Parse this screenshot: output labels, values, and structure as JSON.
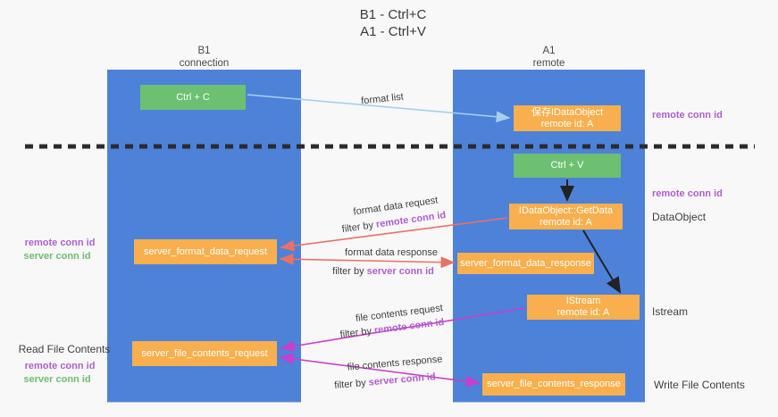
{
  "title": {
    "line1": "B1 - Ctrl+C",
    "line2": "A1 - Ctrl+V"
  },
  "columns": {
    "left": {
      "name": "B1",
      "role": "connection"
    },
    "right": {
      "name": "A1",
      "role": "remote"
    }
  },
  "nodes": {
    "ctrl_c": "Ctrl + C",
    "ctrl_v": "Ctrl + V",
    "save_idataobject": {
      "line1": "保存IDataObject",
      "line2": "remote id: A"
    },
    "getdata": {
      "line1": "IDataObject::GetData",
      "line2": "remote id: A"
    },
    "istream": {
      "line1": "IStream",
      "line2": "remote id: A"
    },
    "server_format_data_request": "server_format_data_request",
    "server_format_data_response": "server_format_data_response",
    "server_file_contents_request": "server_file_contents_request",
    "server_file_contents_response": "server_file_contents_response"
  },
  "arrow_labels": {
    "format_list": "format list",
    "format_data_request": "format data request",
    "format_data_response": "format data response",
    "file_contents_request": "file contents request",
    "file_contents_response": "file contents response",
    "filter_by": "filter by",
    "remote_conn_id": "remote conn id",
    "server_conn_id": "server conn id"
  },
  "side_labels": {
    "remote_conn_id_top": "remote conn id",
    "remote_conn_id_mid": "remote conn id",
    "dataobject": "DataObject",
    "istream": "Istream",
    "read_file_contents": "Read File Contents",
    "write_file_contents": "Write File Contents",
    "left_remote_conn_id_1": "remote conn id",
    "left_server_conn_id_1": "server conn id",
    "left_remote_conn_id_2": "remote conn id",
    "left_server_conn_id_2": "server conn id"
  },
  "colors": {
    "column_blue": "#4d82d8",
    "node_orange": "#f9af4d",
    "key_green": "#6dc072",
    "arrow_light_blue": "#a5cfed",
    "arrow_red": "#ec7063",
    "arrow_magenta": "#c93ecb",
    "arrow_black": "#222222",
    "text_purple": "#b05fd0",
    "text_green": "#6dbf71",
    "divider_black": "#2b2b2b",
    "background": "#f8f8f8"
  }
}
